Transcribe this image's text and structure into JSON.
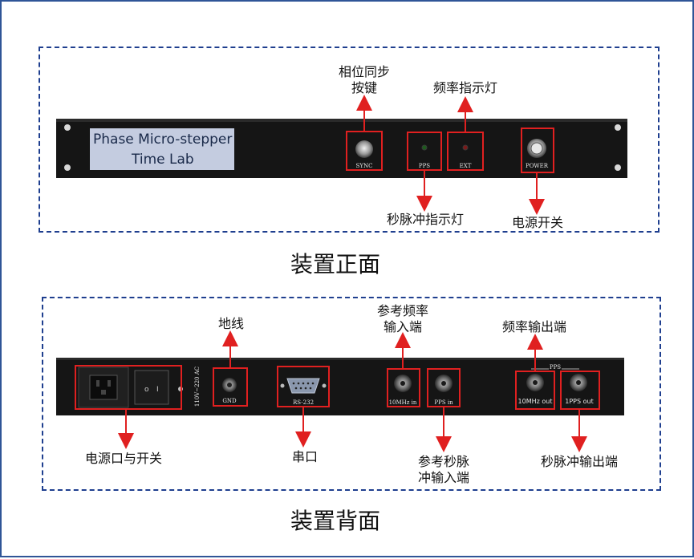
{
  "front": {
    "caption": "装置正面",
    "brand_line1": "Phase Micro-stepper",
    "brand_line2": "Time Lab",
    "panel_labels": {
      "sync": "SYNC",
      "pps": "PPS",
      "ext": "EXT",
      "power": "POWER"
    },
    "callouts": {
      "sync_line1": "相位同步",
      "sync_line2": "按键",
      "freq_indicator": "频率指示灯",
      "pps_indicator": "秒脉冲指示灯",
      "power_switch": "电源开关"
    }
  },
  "back": {
    "caption": "装置背面",
    "panel_labels": {
      "voltage": "110V~220 AC",
      "gnd": "GND",
      "rs232": "RS-232",
      "mhz_in": "10MHz in",
      "pps_in": "PPS in",
      "pps_group": "PPS",
      "mhz_out": "10MHz out",
      "pps_out": "1PPS out"
    },
    "callouts": {
      "ground": "地线",
      "ref_freq_line1": "参考频率",
      "ref_freq_line2": "输入端",
      "freq_out": "频率输出端",
      "power_inlet": "电源口与开关",
      "serial": "串口",
      "ref_pps_line1": "参考秒脉",
      "ref_pps_line2": "冲输入端",
      "pps_out": "秒脉冲输出端"
    }
  },
  "colors": {
    "frame": "#1f3f8f",
    "highlight": "#e02020",
    "device": "#151515"
  }
}
